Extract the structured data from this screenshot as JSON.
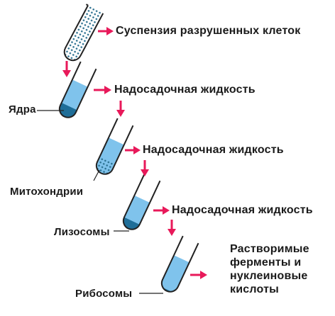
{
  "colors": {
    "arrow": "#e8195a",
    "liquid": "#7fc3ec",
    "sediment": "#1f6e98",
    "outline": "#222222",
    "dots": "#2a6f8f"
  },
  "steps": [
    {
      "content": "Суспензия разрушенных клеток"
    },
    {
      "content": "Надосадочная жидкость",
      "sediment": "Ядра"
    },
    {
      "content": "Надосадочная жидкость",
      "sediment": "Митохондрии"
    },
    {
      "content": "Надосадочная жидкость",
      "sediment": "Лизосомы"
    },
    {
      "content": "Растворимые ферменты и нуклеиновые кислоты",
      "sediment": "Рибосомы"
    }
  ]
}
